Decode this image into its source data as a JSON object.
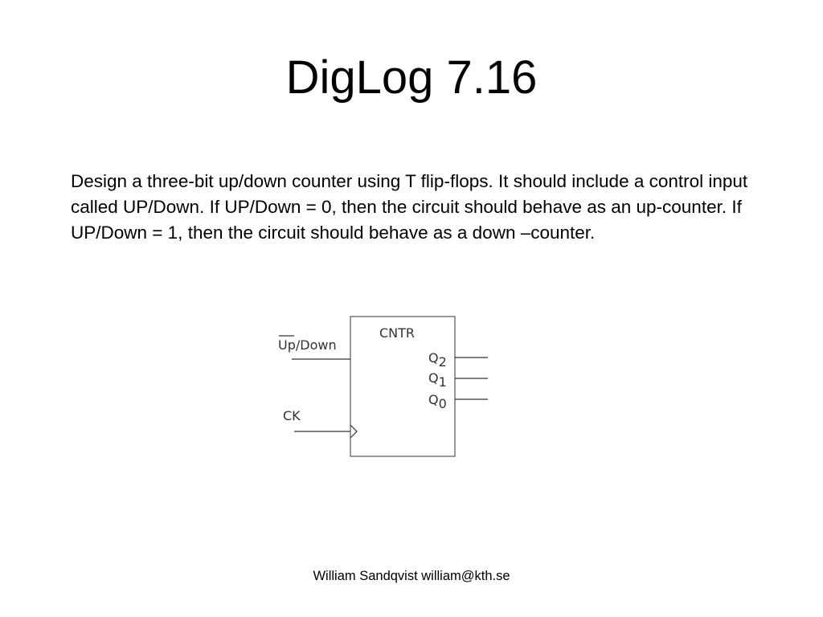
{
  "slide": {
    "title": "DigLog 7.16",
    "body": "Design a three-bit up/down counter using T flip-flops. It should include a control input called UP/Down. If UP/Down = 0, then the circuit should behave as an up-counter. If UP/Down = 1, then the circuit should behave as a down –counter."
  },
  "diagram": {
    "block_label": "CNTR",
    "input_updown": "Up/Down",
    "input_clock": "CK",
    "outputs": [
      {
        "letter": "Q",
        "index": "2"
      },
      {
        "letter": "Q",
        "index": "1"
      },
      {
        "letter": "Q",
        "index": "0"
      }
    ]
  },
  "footer": {
    "text": "William Sandqvist william@kth.se"
  }
}
